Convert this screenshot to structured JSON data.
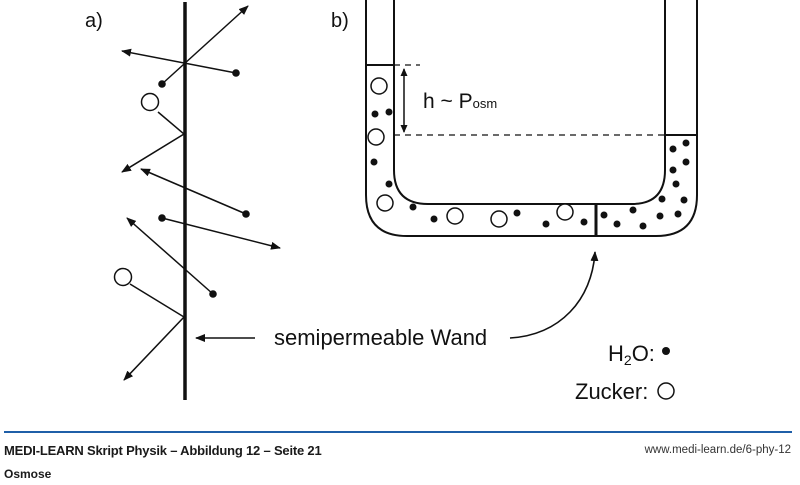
{
  "figure": {
    "panel_a_label": "a)",
    "panel_b_label": "b)",
    "height_label_main": "h ~ P",
    "height_label_sub": "osm",
    "wall_label": "semipermeable Wand",
    "legend": {
      "water_label_main": "H",
      "water_label_sub": "2",
      "water_label_end": "O:",
      "water_symbol": "filled-dot",
      "sugar_label": "Zucker:",
      "sugar_symbol": "open-circle"
    },
    "colors": {
      "ink": "#111111",
      "accent_line": "#1f5fa8"
    }
  },
  "footer": {
    "title": "MEDI-LEARN Skript Physik – Abbildung 12 – Seite 21",
    "url": "www.medi-learn.de/6-phy-12",
    "subtitle": "Osmose"
  }
}
